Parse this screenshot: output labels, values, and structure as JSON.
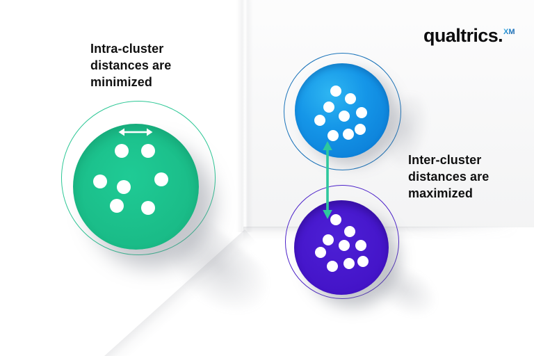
{
  "brand": {
    "wordmark": "qualtrics.",
    "superscript": "XM"
  },
  "annotations": {
    "intra_label": "Intra-cluster\ndistances are\nminimized",
    "inter_label": "Inter-cluster\ndistances are\nmaximized"
  },
  "colors": {
    "text": "#101010",
    "dot": "#ffffff",
    "green_fill": "#1abb87",
    "green_ring": "#2cc795",
    "blue_fill": "#0d80da",
    "blue_ring": "#1b74ba",
    "purple_fill": "#4517cd",
    "purple_ring": "#4b20c9",
    "arrow_teal": "#2ec89d",
    "white_arrow": "#ffffff",
    "xm_blue": "#1c76c0"
  },
  "diagram": {
    "type": "cluster-illustration",
    "clusters": [
      {
        "name": "intra-cluster",
        "color_key": "green_fill",
        "dot_radius": 10,
        "dots": [
          [
            175,
            217
          ],
          [
            213,
            217
          ],
          [
            144,
            261
          ],
          [
            178,
            269
          ],
          [
            232,
            258
          ],
          [
            168,
            296
          ],
          [
            213,
            299
          ]
        ],
        "icon": "horizontal-double-arrow"
      },
      {
        "name": "inter-cluster-top",
        "color_key": "blue_fill",
        "dot_radius": 8,
        "dots": [
          [
            483,
            131
          ],
          [
            504,
            142
          ],
          [
            473,
            154
          ],
          [
            520,
            162
          ],
          [
            495,
            167
          ],
          [
            460,
            173
          ],
          [
            518,
            186
          ],
          [
            479,
            195
          ],
          [
            501,
            193
          ]
        ]
      },
      {
        "name": "inter-cluster-bottom",
        "color_key": "purple_fill",
        "dot_radius": 8,
        "dots": [
          [
            483,
            316
          ],
          [
            503,
            333
          ],
          [
            472,
            345
          ],
          [
            495,
            353
          ],
          [
            461,
            363
          ],
          [
            519,
            353
          ],
          [
            522,
            376
          ],
          [
            478,
            383
          ],
          [
            502,
            379
          ]
        ]
      }
    ],
    "connector": {
      "type": "vertical-double-arrow",
      "between": [
        "inter-cluster-top",
        "inter-cluster-bottom"
      ]
    }
  }
}
